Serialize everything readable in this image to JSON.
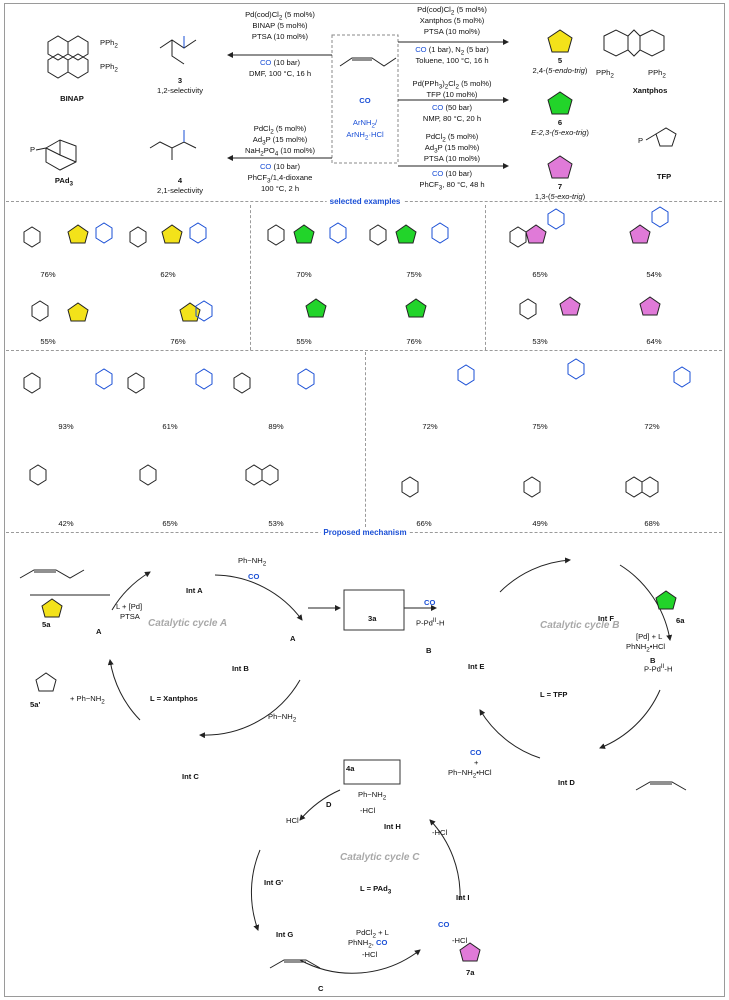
{
  "section_titles": {
    "selected": "selected examples",
    "mechanism": "Proposed mechanism"
  },
  "ligands": {
    "binap": "BINAP",
    "pad3": "PAd",
    "pad3_sub": "3",
    "xantphos": "Xantphos",
    "tfp": "TFP",
    "pph2": "PPh",
    "pph2_sub": "2",
    "pph2_left": "PPh",
    "p_label": "P"
  },
  "center": {
    "co": "CO",
    "amine": "ArNH",
    "amine_sub": "2",
    "amine2": "ArNH",
    "amine2_sub": "2",
    "amine2_tail": "·HCl"
  },
  "cond_r1": {
    "l1": "Pd(cod)Cl",
    "l1s": "2",
    "l1t": " (5 mol%)",
    "l2": "BINAP (5 mol%)",
    "l3": "PTSA (10 mol%)",
    "l4a": "CO",
    "l4b": " (10 bar)",
    "l5": "DMF, 100 °C, 16 h"
  },
  "cond_r2": {
    "l1": "PdCl",
    "l1s": "2",
    "l1t": " (5 mol%)",
    "l2": "Ad",
    "l2s": "3",
    "l2t": "P (15 mol%)",
    "l3": "NaH",
    "l3s": "2",
    "l3t": "PO",
    "l3s2": "4",
    "l3u": " (10 mol%)",
    "l4a": "CO",
    "l4b": " (10 bar)",
    "l5": "PhCF",
    "l5s": "3",
    "l5t": "/1,4-dioxane",
    "l6": "100 °C, 2 h"
  },
  "cond_r3": {
    "l1": "Pd(cod)Cl",
    "l1s": "2",
    "l1t": " (5 mol%)",
    "l2": "Xantphos (5 mol%)",
    "l3": "PTSA (10 mol%)",
    "l4a": "CO",
    "l4b": " (1 bar), N",
    "l4s": "2",
    "l4t": " (5 bar)",
    "l5": "Toluene, 100 °C, 16 h"
  },
  "cond_r4": {
    "l1": "Pd(PPh",
    "l1s": "3",
    "l1t": ")",
    "l1s2": "2",
    "l1u": "Cl",
    "l1s3": "2",
    "l1v": " (5 mol%)",
    "l2": "TFP (10 mol%)",
    "l3a": "CO",
    "l3b": " (50 bar)",
    "l4": "NMP, 80 °C, 20 h"
  },
  "cond_r5": {
    "l1": "PdCl",
    "l1s": "2",
    "l1t": " (5 mol%)",
    "l2": "Ad",
    "l2s": "3",
    "l2t": "P (15 mol%)",
    "l3": "PTSA (10 mol%)",
    "l4a": "CO",
    "l4b": " (10 bar)",
    "l5": "PhCF",
    "l5s": "3",
    "l5t": ", 80 °C, 48 h"
  },
  "products": {
    "p3": {
      "num": "3",
      "sel": "1,2-selectivity"
    },
    "p4": {
      "num": "4",
      "sel": "2,1-selectivity"
    },
    "p5": {
      "num": "5",
      "sel": "2,4-(",
      "seli": "5-endo-trig",
      "selt": ")"
    },
    "p6": {
      "num": "6",
      "sel": "E-2,3-(",
      "seli": "5-exo-trig",
      "selt": ")"
    },
    "p7": {
      "num": "7",
      "sel": "1,3-(",
      "seli": "5-exo-trig",
      "selt": ")"
    }
  },
  "yields_row1": [
    "76%",
    "62%",
    "70%",
    "75%",
    "65%",
    "54%"
  ],
  "yields_row2": [
    "55%",
    "76%",
    "55%",
    "76%",
    "53%",
    "64%"
  ],
  "yields_row3": [
    "93%",
    "61%",
    "89%",
    "72%",
    "75%",
    "72%"
  ],
  "yields_row4": [
    "42%",
    "65%",
    "53%",
    "66%",
    "49%",
    "68%"
  ],
  "mechanism": {
    "cycA": "Catalytic cycle A",
    "cycB": "Catalytic cycle B",
    "cycC": "Catalytic cycle C",
    "LA": "L = Xantphos",
    "LB": "L = TFP",
    "LC_pre": "L = PAd",
    "LC_sub": "3",
    "intA": "Int A",
    "intB": "Int B",
    "intC": "Int C",
    "intD": "Int D",
    "intE": "Int E",
    "intF": "Int F",
    "intG": "Int G",
    "intGp": "Int G'",
    "intH": "Int H",
    "intI": "Int I",
    "cA": "A",
    "cA2": "A",
    "cB": "B",
    "cB2": "B",
    "cC": "C",
    "cD": "D",
    "p3a": "3a",
    "p4a": "4a",
    "p5a": "5a",
    "p5ap": "5a'",
    "p6a": "6a",
    "p7a": "7a",
    "phnh2": "Ph−NH",
    "phnh2s": "2",
    "co": "CO",
    "hcl": "HCl",
    "mhcl": "-HCl",
    "lpd": "L + [Pd]",
    "ptsa": "PTSA",
    "pdl": "[Pd] + L",
    "phnhcl": "PhNH",
    "phnhcls": "2",
    "phnhclt": "•HCl",
    "pdcl2l": "PdCl",
    "pdcl2ls": "2",
    "pdcl2lt": " + L",
    "phnh2co": "PhNH",
    "phnh2cos": "2",
    "phnh2cot": ", ",
    "ppdh": "P-Pd",
    "ppdhsup": "II",
    "ppdht": "-H",
    "plusphnh2": "+ Ph−NH",
    "plusphnh2s": "2",
    "coplus": "CO",
    "plus": "+",
    "phnh2hcl": "Ph−NH",
    "phnh2hcls": "2",
    "phnh2hclt": "•HCl"
  },
  "colors": {
    "accent_blue": "#1a4fd6",
    "yellow_ring": "#f3e21a",
    "green_ring": "#22d42a",
    "pink_ring": "#e07ad8",
    "cycle_text": "#a8a8a8"
  }
}
